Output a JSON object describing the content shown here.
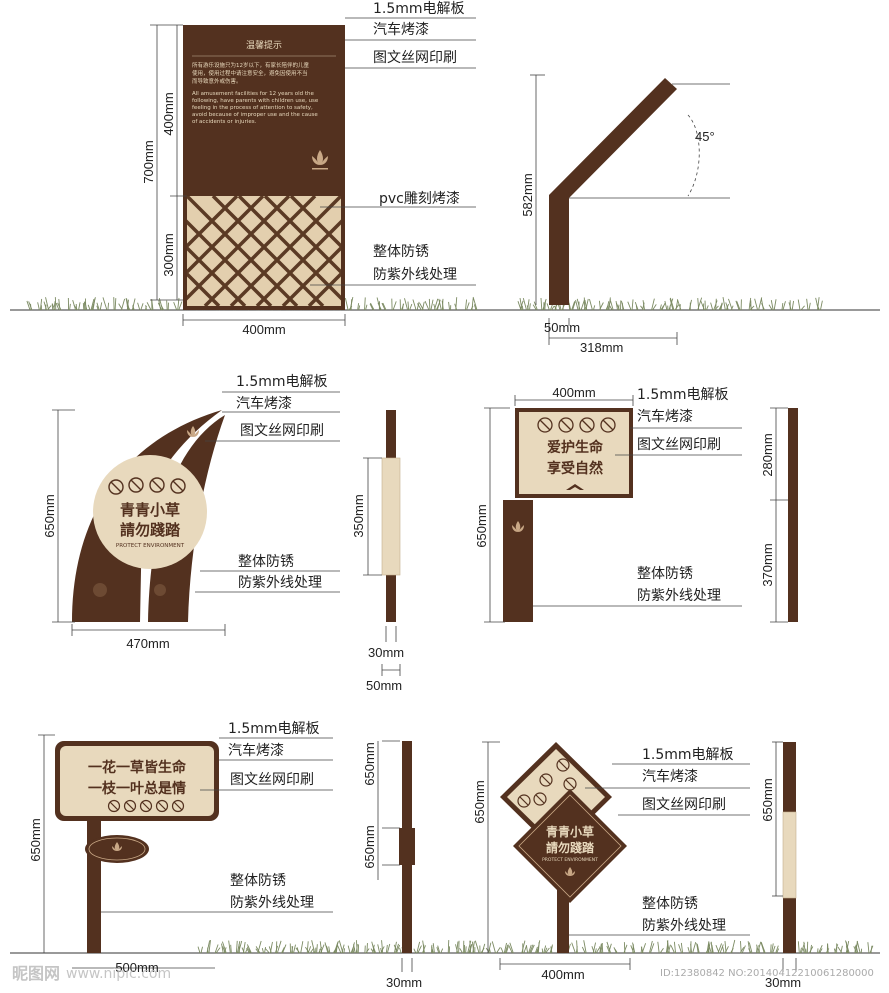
{
  "colors": {
    "brown": "#53311f",
    "cream": "#e8d9bd",
    "lattice": "#c9a886",
    "grass": "#7c8b63"
  },
  "sign1": {
    "title": "温馨提示",
    "cn_text_1": "所有游乐设施只为12岁以下，有家长陪伴的儿童",
    "cn_text_2": "使用，使用过程中请注意安全，避免因使用不当",
    "cn_text_3": "而导致意外或伤害。",
    "en_text_1": "All amusement facilities for 12 years old the",
    "en_text_2": "following, have parents with children use, use",
    "en_text_3": "feeling in the process of attention to safety,",
    "en_text_4": "avoid because of improper use and the cause",
    "en_text_5": "of accidents or injuries.",
    "label_1": "1.5mm电解板",
    "label_2": "汽车烤漆",
    "label_3": "图文丝网印刷",
    "label_4": "pvc雕刻烤漆",
    "label_5": "整体防锈",
    "label_6": "防紫外线处理",
    "dim_400_v": "400mm",
    "dim_700": "700mm",
    "dim_300": "300mm",
    "dim_400_h": "400mm"
  },
  "side1": {
    "angle": "45°",
    "dim_582": "582mm",
    "dim_50": "50mm",
    "dim_318": "318mm"
  },
  "sign2": {
    "line_1": "青青小草",
    "line_2": "請勿踐踏",
    "en": "PROTECT ENVIRONMENT",
    "label_1": "1.5mm电解板",
    "label_2": "汽车烤漆",
    "label_3": "图文丝网印刷",
    "label_4": "整体防锈",
    "label_5": "防紫外线处理",
    "dim_650": "650mm",
    "dim_470": "470mm",
    "side_dim_350": "350mm",
    "side_dim_30": "30mm",
    "side_dim_50": "50mm"
  },
  "sign3": {
    "line_1": "爱护生命",
    "line_2": "享受自然",
    "dim_400": "400mm",
    "dim_650": "650mm",
    "label_1": "1.5mm电解板",
    "label_2": "汽车烤漆",
    "label_3": "图文丝网印刷",
    "label_4": "整体防锈",
    "label_5": "防紫外线处理",
    "side_dim_280": "280mm",
    "side_dim_370": "370mm"
  },
  "sign4": {
    "line_1": "一花一草皆生命",
    "line_2": "一枝一叶总是情",
    "dim_650": "650mm",
    "dim_500": "500mm",
    "label_1": "1.5mm电解板",
    "label_2": "汽车烤漆",
    "label_3": "图文丝网印刷",
    "label_4": "整体防锈",
    "label_5": "防紫外线处理",
    "side_dim_650_a": "650mm",
    "side_dim_650_b": "650mm",
    "side_dim_30": "30mm"
  },
  "sign5": {
    "line_1": "青青小草",
    "line_2": "請勿踐踏",
    "en": "PROTECT ENVIRONMENT",
    "dim_650": "650mm",
    "dim_400": "400mm",
    "label_1": "1.5mm电解板",
    "label_2": "汽车烤漆",
    "label_3": "图文丝网印刷",
    "label_4": "整体防锈",
    "label_5": "防紫外线处理",
    "side_dim_650": "650mm",
    "side_dim_30": "30mm"
  },
  "watermark": {
    "logo_text": "昵图网",
    "site": "www.nipic.com",
    "id_text": "ID:12380842 NO:20140412210061280000"
  }
}
